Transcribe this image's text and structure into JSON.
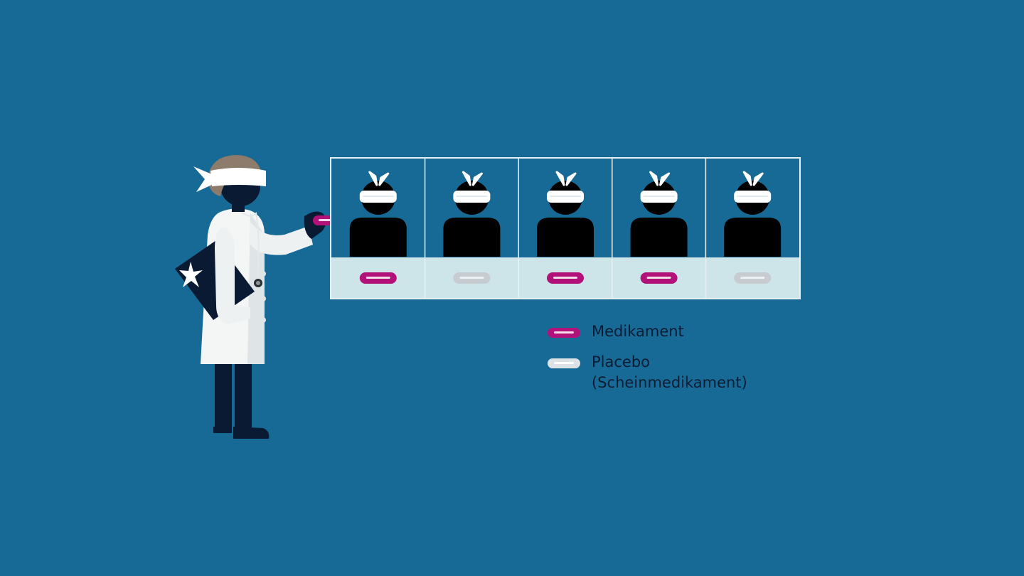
{
  "colors": {
    "background": "#176a95",
    "medication": "#b3117a",
    "placebo": "#c7ccd1",
    "panel_strip": "#cde5e8",
    "figure": "#000000"
  },
  "participants": [
    {
      "assignment": "medication"
    },
    {
      "assignment": "placebo"
    },
    {
      "assignment": "medication"
    },
    {
      "assignment": "medication"
    },
    {
      "assignment": "placebo"
    }
  ],
  "legend": {
    "medication_label": "Medikament",
    "placebo_label": "Placebo",
    "placebo_note": "(Scheinmedikament)"
  }
}
